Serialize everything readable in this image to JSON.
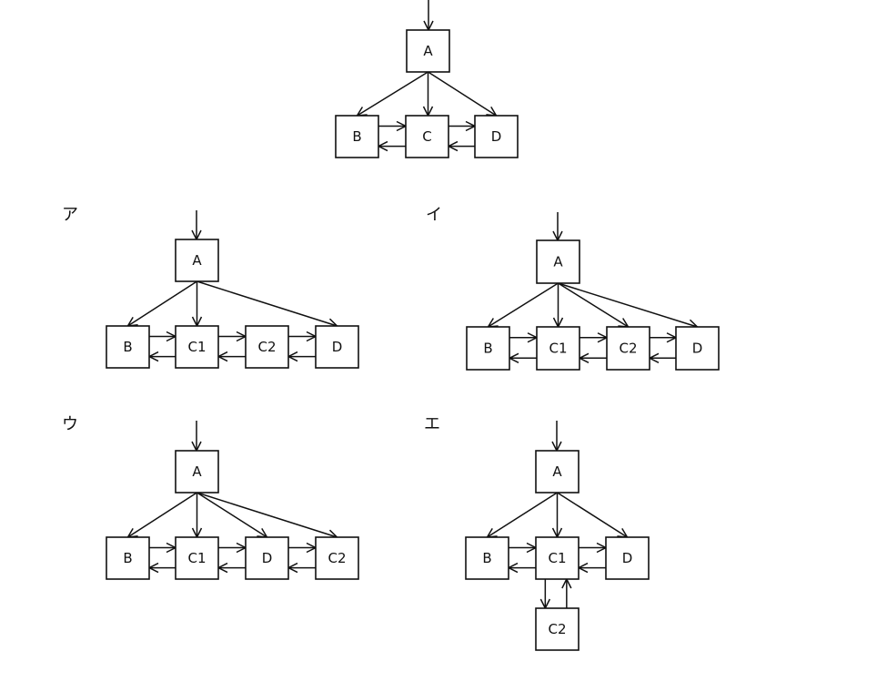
{
  "diagrams": [
    {
      "id": "top",
      "nodes": [
        {
          "key": "A",
          "label": "A"
        },
        {
          "key": "B",
          "label": "B"
        },
        {
          "key": "C",
          "label": "C"
        },
        {
          "key": "D",
          "label": "D"
        }
      ]
    },
    {
      "id": "a",
      "option_label": "ア",
      "nodes": [
        {
          "key": "A",
          "label": "A"
        },
        {
          "key": "B",
          "label": "B"
        },
        {
          "key": "C1",
          "label": "C1"
        },
        {
          "key": "C2",
          "label": "C2"
        },
        {
          "key": "D",
          "label": "D"
        }
      ]
    },
    {
      "id": "i",
      "option_label": "イ",
      "nodes": [
        {
          "key": "A",
          "label": "A"
        },
        {
          "key": "B",
          "label": "B"
        },
        {
          "key": "C1",
          "label": "C1"
        },
        {
          "key": "C2",
          "label": "C2"
        },
        {
          "key": "D",
          "label": "D"
        }
      ]
    },
    {
      "id": "u",
      "option_label": "ウ",
      "nodes": [
        {
          "key": "A",
          "label": "A"
        },
        {
          "key": "B",
          "label": "B"
        },
        {
          "key": "C1",
          "label": "C1"
        },
        {
          "key": "D",
          "label": "D"
        },
        {
          "key": "C2",
          "label": "C2"
        }
      ]
    },
    {
      "id": "e",
      "option_label": "エ",
      "nodes": [
        {
          "key": "A",
          "label": "A"
        },
        {
          "key": "B",
          "label": "B"
        },
        {
          "key": "C1",
          "label": "C1"
        },
        {
          "key": "D",
          "label": "D"
        },
        {
          "key": "C2",
          "label": "C2"
        }
      ]
    }
  ]
}
